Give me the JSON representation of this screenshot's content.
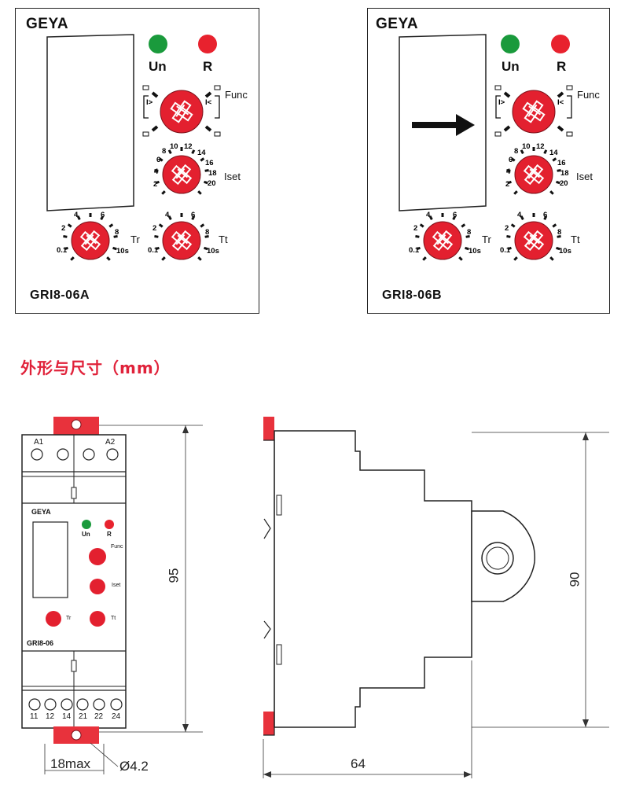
{
  "devices": [
    {
      "brand": "GEYA",
      "model": "GRI8-06A",
      "indicators": [
        "Un",
        "R"
      ],
      "func_label": "Func",
      "func_marks": [
        "I>",
        "I<"
      ],
      "iset_label": "Iset",
      "iset_ticks": [
        "2",
        "4",
        "6",
        "8",
        "10",
        "12",
        "14",
        "16",
        "18",
        "20"
      ],
      "tr_label": "Tr",
      "tt_label": "Tt",
      "time_ticks": [
        "0.1",
        "2",
        "4",
        "6",
        "8",
        "10s"
      ]
    },
    {
      "brand": "GEYA",
      "model": "GRI8-06B",
      "indicators": [
        "Un",
        "R"
      ],
      "func_label": "Func",
      "func_marks": [
        "I>",
        "I<"
      ],
      "iset_label": "Iset",
      "iset_ticks": [
        "2",
        "4",
        "6",
        "8",
        "10",
        "12",
        "14",
        "16",
        "18",
        "20"
      ],
      "tr_label": "Tr",
      "tt_label": "Tt",
      "time_ticks": [
        "0.1",
        "2",
        "4",
        "6",
        "8",
        "10s"
      ]
    }
  ],
  "section_title": "外形与尺寸（mm）",
  "front_view": {
    "brand": "GEYA",
    "model": "GRI8-06",
    "top_terminals": [
      "A1",
      "A2"
    ],
    "bottom_terminals": [
      "11",
      "12",
      "14",
      "21",
      "22",
      "24"
    ],
    "indicators": [
      "Un",
      "R"
    ],
    "func_label": "Func",
    "iset_label": "Iset",
    "tr_label": "Tr",
    "tt_label": "Tt"
  },
  "dimensions": {
    "height_front": "95",
    "height_side": "90",
    "width_front": "18max",
    "hole": "Ø4.2",
    "depth": "64"
  },
  "colors": {
    "led_green": "#1a9a3c",
    "led_red": "#e8222e",
    "dial_red": "#e3202f",
    "title_red": "#e0223a",
    "din_clip_red": "#e8323c"
  }
}
